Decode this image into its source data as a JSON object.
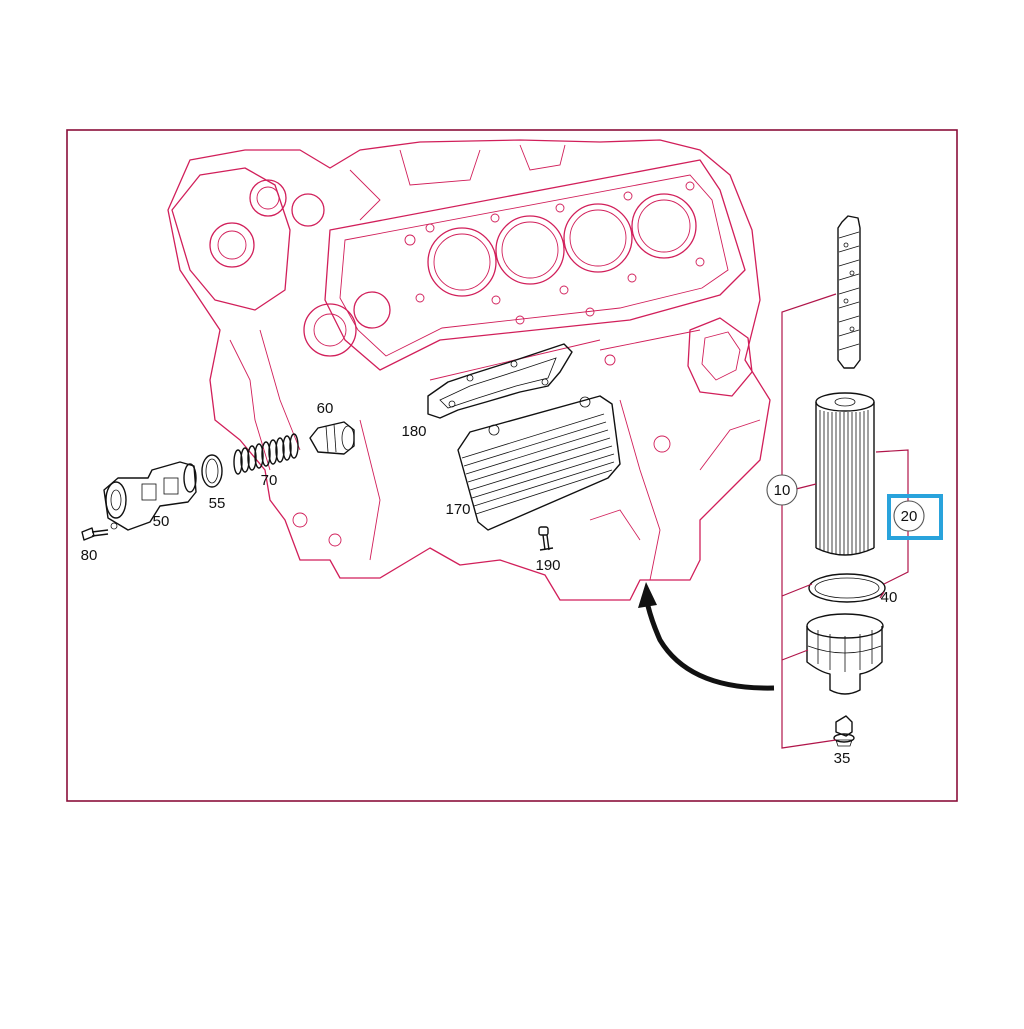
{
  "colors": {
    "engine_lines": "#d11f5a",
    "frame": "#8a0f3a",
    "part_lines": "#111111",
    "highlight": "#29a3dc"
  },
  "callouts": {
    "p10": "10",
    "p20": "20",
    "p35": "35",
    "p40": "40",
    "p50": "50",
    "p55": "55",
    "p60": "60",
    "p70": "70",
    "p80": "80",
    "p170": "170",
    "p180": "180",
    "p190": "190"
  },
  "highlighted_part": "20"
}
